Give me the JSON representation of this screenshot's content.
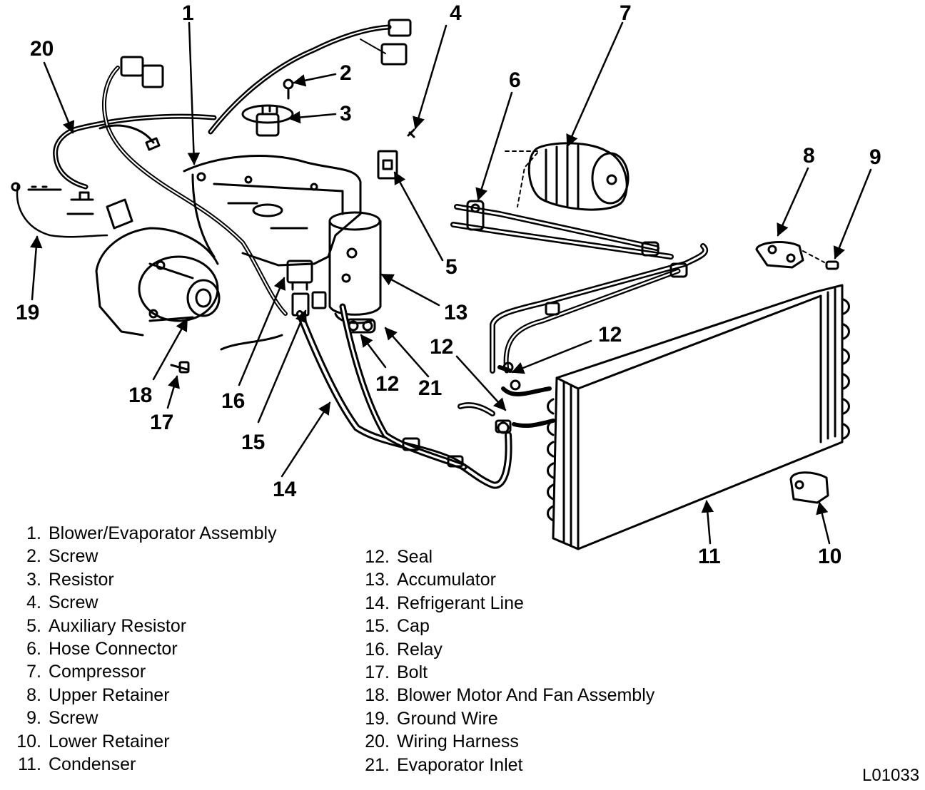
{
  "callouts": [
    "1",
    "2",
    "3",
    "4",
    "5",
    "6",
    "7",
    "8",
    "9",
    "10",
    "11",
    "12",
    "12",
    "12",
    "13",
    "14",
    "15",
    "16",
    "17",
    "18",
    "19",
    "20",
    "21"
  ],
  "legend": [
    {
      "num": "1.",
      "label": "Blower/Evaporator Assembly"
    },
    {
      "num": "2.",
      "label": "Screw"
    },
    {
      "num": "3.",
      "label": "Resistor"
    },
    {
      "num": "4.",
      "label": "Screw"
    },
    {
      "num": "5.",
      "label": "Auxiliary Resistor"
    },
    {
      "num": "6.",
      "label": "Hose Connector"
    },
    {
      "num": "7.",
      "label": "Compressor"
    },
    {
      "num": "8.",
      "label": "Upper Retainer"
    },
    {
      "num": "9.",
      "label": "Screw"
    },
    {
      "num": "10.",
      "label": "Lower Retainer"
    },
    {
      "num": "11.",
      "label": "Condenser"
    },
    {
      "num": "12.",
      "label": "Seal"
    },
    {
      "num": "13.",
      "label": "Accumulator"
    },
    {
      "num": "14.",
      "label": "Refrigerant Line"
    },
    {
      "num": "15.",
      "label": "Cap"
    },
    {
      "num": "16.",
      "label": "Relay"
    },
    {
      "num": "17.",
      "label": "Bolt"
    },
    {
      "num": "18.",
      "label": "Blower Motor And Fan Assembly"
    },
    {
      "num": "19.",
      "label": "Ground Wire"
    },
    {
      "num": "20.",
      "label": "Wiring Harness"
    },
    {
      "num": "21.",
      "label": "Evaporator Inlet"
    }
  ],
  "figure_code": "L01033"
}
